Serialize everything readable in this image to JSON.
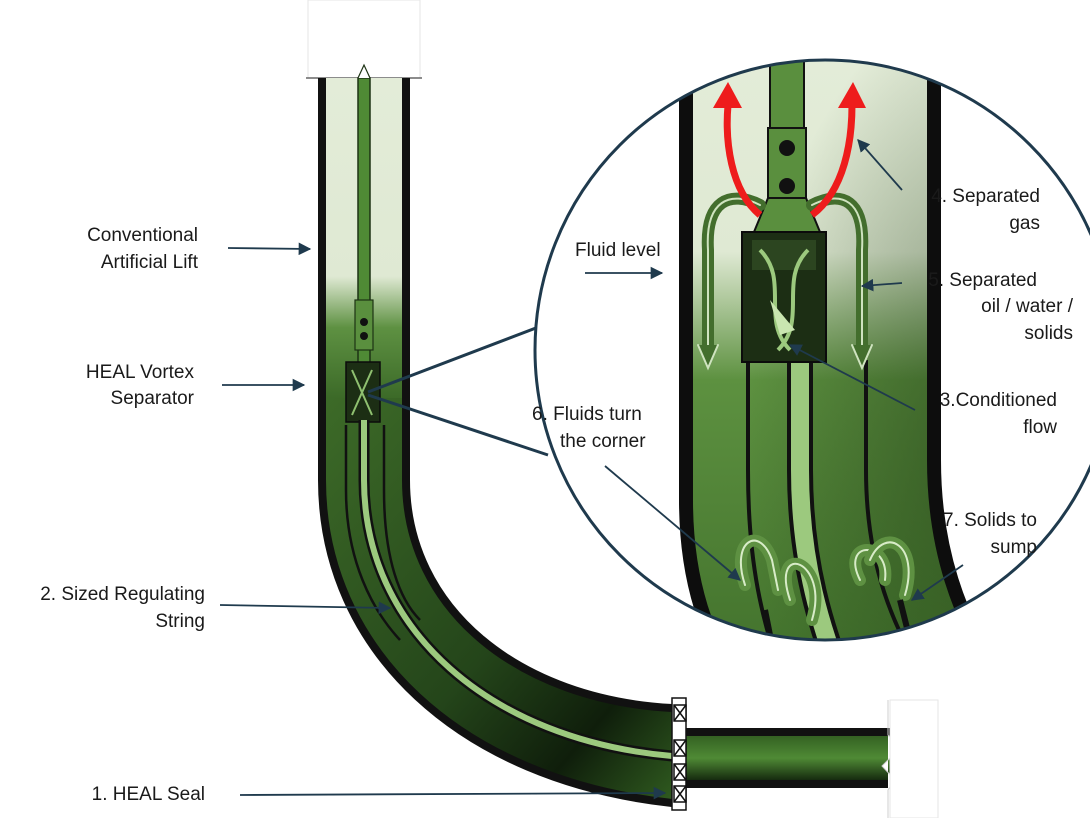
{
  "labels": {
    "conventional_line1": "Conventional",
    "conventional_line2": "Artificial Lift",
    "heal_vortex_line1": "HEAL  Vortex",
    "heal_vortex_line2": "Separator",
    "sized_line1": "2. Sized Regulating",
    "sized_line2": "String",
    "heal_seal": "1. HEAL Seal",
    "fluid_level": "Fluid level",
    "separated_gas_line1": "4. Separated",
    "separated_gas_line2": "gas",
    "separated_oil_line1": "5. Separated",
    "separated_oil_line2": "oil / water /",
    "separated_oil_line3": "solids",
    "conditioned_line1": "3.Conditioned",
    "conditioned_line2": "flow",
    "fluids_turn_line1": "6. Fluids turn",
    "fluids_turn_line2": "the corner",
    "solids_line1": "7. Solids to",
    "solids_line2": "sump"
  },
  "colors": {
    "casing": "#111111",
    "fluid_dark": "#2f5a1f",
    "fluid_mid": "#4f8a35",
    "fluid_light": "#e3ecd8",
    "string_light": "#9cc97e",
    "gas_arrow": "#ee1c1c",
    "leader_line": "#1f3a4d"
  }
}
